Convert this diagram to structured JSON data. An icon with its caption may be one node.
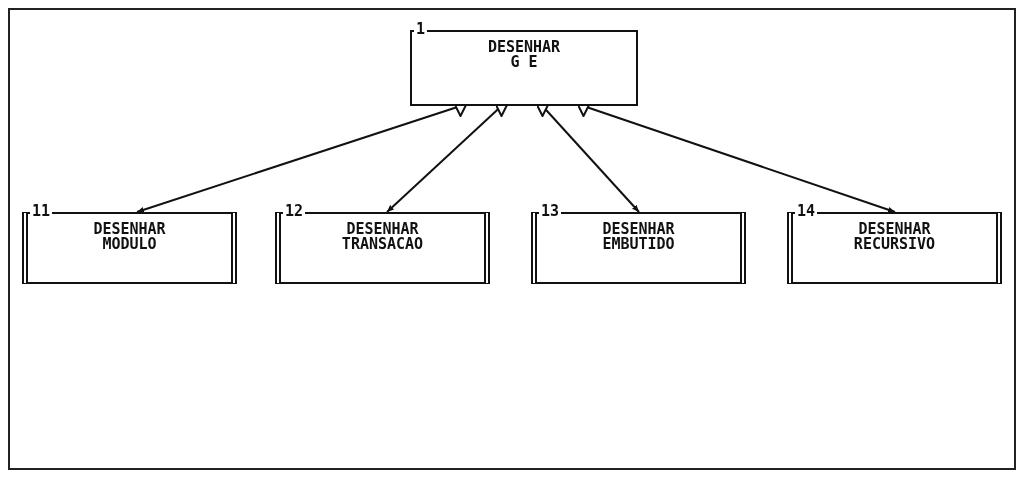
{
  "diagram": {
    "nodes": [
      {
        "text": [
          "DESENHAR G E"
        ],
        "beside": [
          "1"
        ]
      },
      {
        "text": [
          "DESENHAR MODULO"
        ],
        "beside": [
          "11"
        ]
      },
      {
        "text": [
          "DESENHAR TRANSACAO"
        ],
        "beside": [
          "12"
        ]
      },
      {
        "text": [
          "DESENHAR EMBUTIDO"
        ],
        "beside": [
          "13"
        ]
      },
      {
        "text": [
          "DESENHAR RECURSIVO"
        ],
        "beside": [
          "14"
        ]
      }
    ],
    "edges": [
      {
        "from": 0,
        "to": 1,
        "arrow": "to"
      },
      {
        "from": 0,
        "to": 2,
        "arrow": "to"
      },
      {
        "from": 0,
        "to": 3,
        "arrow": "to"
      },
      {
        "from": 0,
        "to": 4,
        "arrow": "to"
      }
    ]
  }
}
